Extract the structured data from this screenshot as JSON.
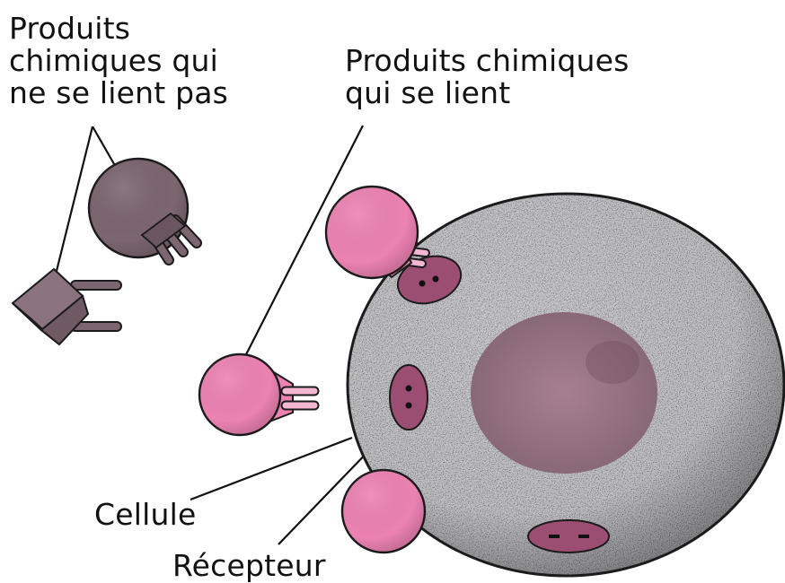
{
  "labels": {
    "non_binding": [
      "Produits",
      "chimiques qui",
      "ne se lient pas"
    ],
    "binding": [
      "Produits chimiques",
      "qui se lient"
    ],
    "cell": "Cellule",
    "receptor": "Récepteur"
  },
  "colors": {
    "cell": "#c9c9cd",
    "nucleus": "#a7808f",
    "receptor": "#9b4d72",
    "binding_chemical": "#ec82b2",
    "non_binding_chemical": "#7c6670",
    "outline": "#1b1b1b"
  }
}
